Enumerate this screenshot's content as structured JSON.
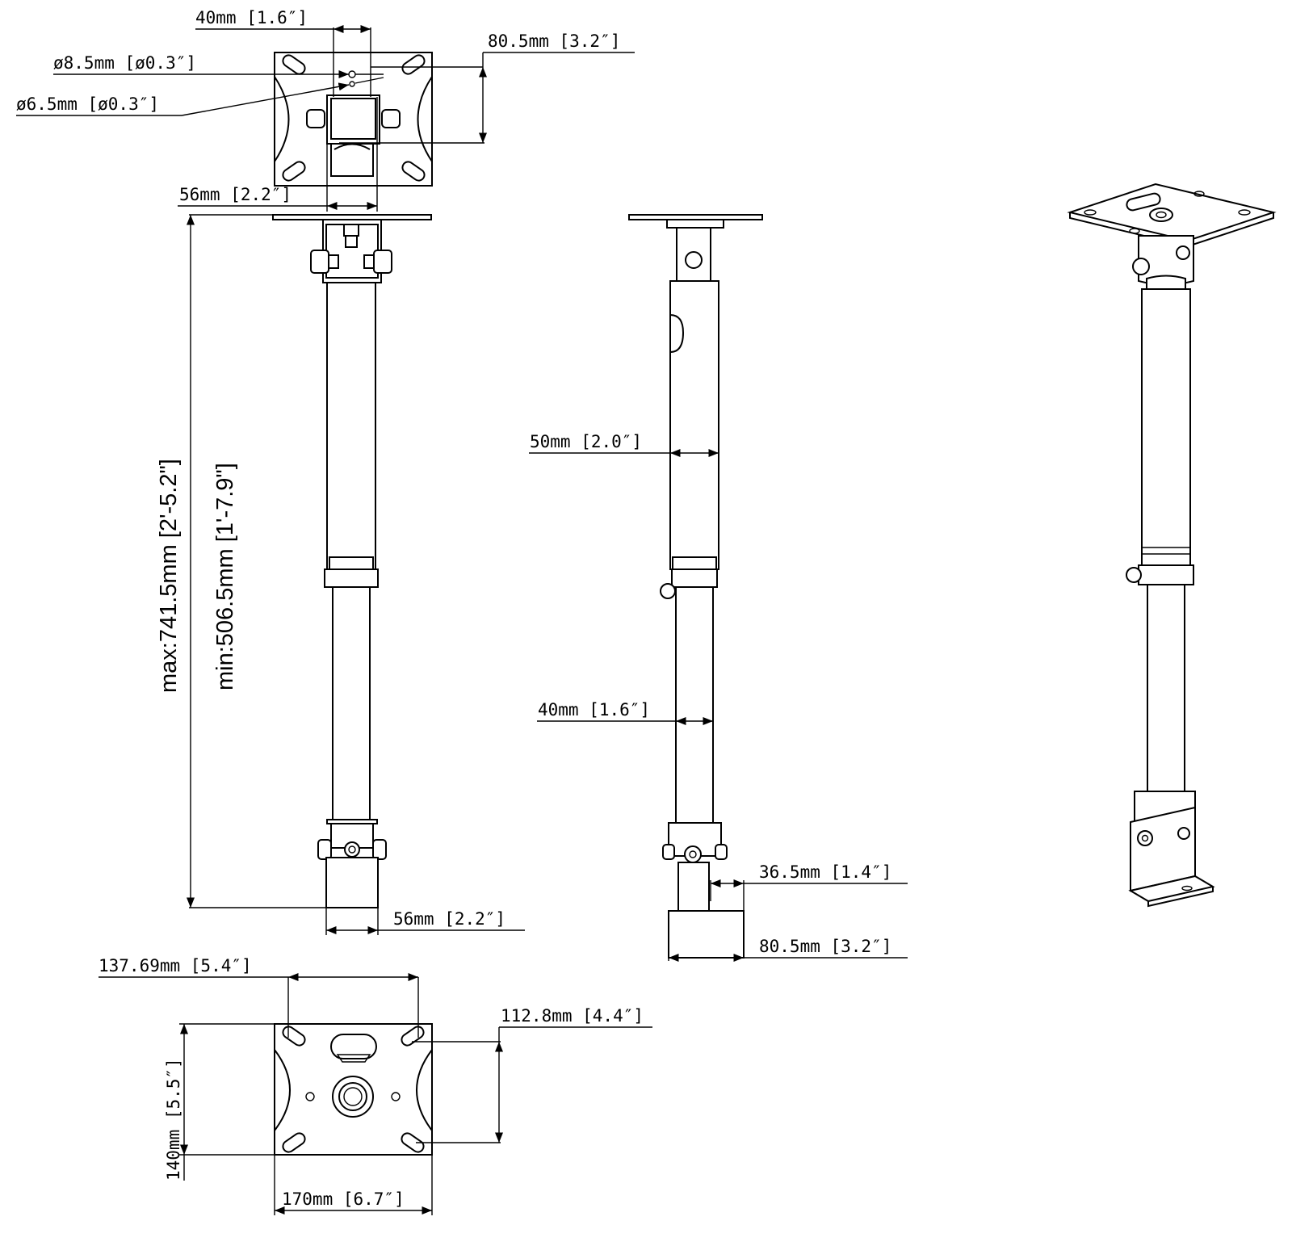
{
  "dimensions": {
    "top_width_40": "40mm [1.6″]",
    "top_height_80": "80.5mm [3.2″]",
    "hole_85": "ø8.5mm [ø0.3″]",
    "hole_65": "ø6.5mm [ø0.3″]",
    "top_bracket_56": "56mm [2.2″]",
    "max_length": "max:741.5mm [2'-5.2\"]",
    "min_length": "min:506.5mm [1'-7.9\"]",
    "bottom_bracket_56": "56mm [2.2″]",
    "upper_tube_50": "50mm [2.0″]",
    "lower_tube_40": "40mm [1.6″]",
    "side_36": "36.5mm [1.4″]",
    "side_80": "80.5mm [3.2″]",
    "plate_137": "137.69mm [5.4″]",
    "plate_112": "112.8mm [4.4″]",
    "plate_140": "140mm [5.5″]",
    "plate_170": "170mm [6.7″]"
  }
}
